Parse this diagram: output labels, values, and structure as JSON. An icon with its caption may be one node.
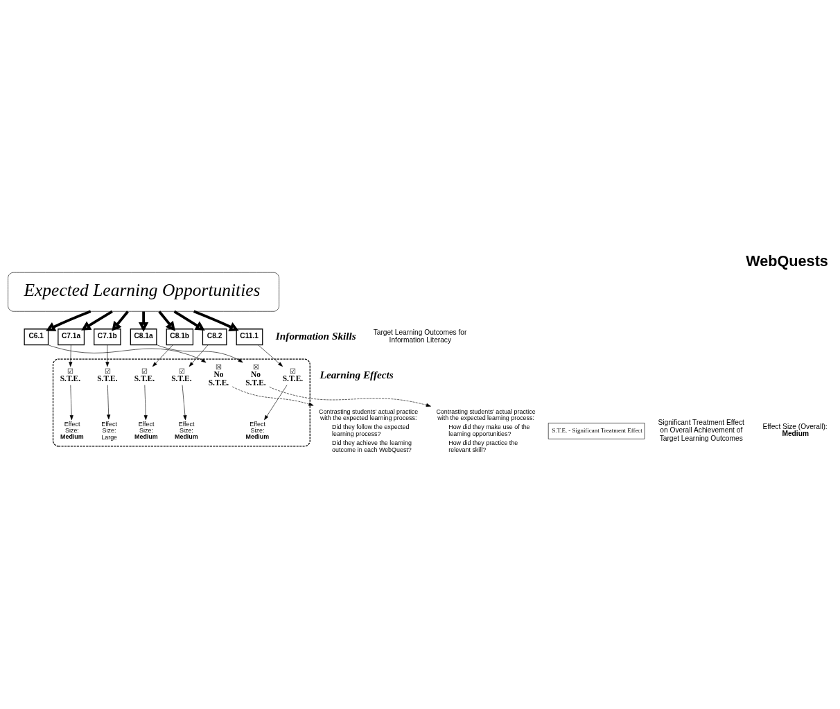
{
  "diagram": {
    "title": "WebQuests",
    "nodes": [
      {
        "text": [
          "Expected Learning Opportunities"
        ]
      },
      {
        "text": [
          "C6.1"
        ]
      },
      {
        "text": [
          "C7.1a"
        ]
      },
      {
        "text": [
          "C7.1b"
        ]
      },
      {
        "text": [
          "C8.1a"
        ]
      },
      {
        "text": [
          "C8.1b"
        ]
      },
      {
        "text": [
          "C8.2"
        ]
      },
      {
        "text": [
          "C11.1"
        ]
      },
      {
        "text": [],
        "shape": "box"
      },
      {
        "text": [
          "☒",
          "No S.T.E."
        ],
        "in": 8
      },
      {
        "text": [
          "☑",
          "S.T.E."
        ],
        "in": 8
      },
      {
        "text": [
          "☑",
          "S.T.E."
        ],
        "in": 8
      },
      {
        "text": [
          "☒",
          "No S.T.E."
        ],
        "in": 8
      },
      {
        "text": [
          "☑",
          "S.T.E."
        ],
        "in": 8
      },
      {
        "text": [
          "☑",
          "S.T.E."
        ],
        "in": 8
      },
      {
        "text": [
          "☑",
          "S.T.E."
        ],
        "in": 8
      },
      {
        "text": [
          "Effect Size: **Medium**"
        ],
        "in": 8
      },
      {
        "text": [
          "Effect Size: Large"
        ],
        "in": 8
      },
      {
        "text": [
          "Effect Size: **Medium**"
        ],
        "in": 8
      },
      {
        "text": [
          "Effect Size: **Medium**"
        ],
        "in": 8
      },
      {
        "text": [
          "Effect Size: **Medium**"
        ],
        "in": 8
      },
      {
        "text": [
          "Contrasting students' actual practice with the expected learning process:",
          "Did they follow the expected learning process?",
          "Did they achieve the learning outcome in each WebQuest?"
        ]
      },
      {
        "text": [
          "Contrasting students' actual practice with the expected learning process:",
          "How did they make use of the learning opportunities?",
          "How did they practice the relevant skill?"
        ]
      },
      {
        "text": [
          "S.T.E. - Significant Treatment Effect"
        ]
      }
    ],
    "edges": [
      {
        "from": 0,
        "to": 1,
        "arrow": "to",
        "style": "thick"
      },
      {
        "from": 0,
        "to": 2,
        "arrow": "to",
        "style": "thick"
      },
      {
        "from": 0,
        "to": 3,
        "arrow": "to",
        "style": "thick"
      },
      {
        "from": 0,
        "to": 4,
        "arrow": "to",
        "style": "thick"
      },
      {
        "from": 0,
        "to": 5,
        "arrow": "to",
        "style": "thick"
      },
      {
        "from": 0,
        "to": 6,
        "arrow": "to",
        "style": "thick"
      },
      {
        "from": 0,
        "to": 7,
        "arrow": "to",
        "style": "thick"
      },
      {
        "from": 1,
        "to": 9,
        "arrow": "to"
      },
      {
        "from": 2,
        "to": 10,
        "arrow": "to"
      },
      {
        "from": 3,
        "to": 11,
        "arrow": "to"
      },
      {
        "from": 4,
        "to": 12,
        "arrow": "to"
      },
      {
        "from": 5,
        "to": 13,
        "arrow": "to"
      },
      {
        "from": 6,
        "to": 14,
        "arrow": "to"
      },
      {
        "from": 7,
        "to": 15,
        "arrow": "to"
      },
      {
        "from": 10,
        "to": 16,
        "arrow": "to"
      },
      {
        "from": 11,
        "to": 17,
        "arrow": "to"
      },
      {
        "from": 13,
        "to": 18,
        "arrow": "to"
      },
      {
        "from": 14,
        "to": 19,
        "arrow": "to"
      },
      {
        "from": 15,
        "to": 20,
        "arrow": "to"
      },
      {
        "from": 9,
        "to": 21,
        "arrow": "to",
        "style": "dashed"
      },
      {
        "from": 12,
        "to": 22,
        "arrow": "to",
        "style": "dashed"
      }
    ],
    "labels": [
      "Information Skills",
      "Target Learning Outcomes for Information Literacy",
      "Learning Effects",
      "Significant Treatment Effect on Overall Achievement of Target Learning Outcomes",
      "Effect Size (Overall): **Medium**"
    ]
  }
}
